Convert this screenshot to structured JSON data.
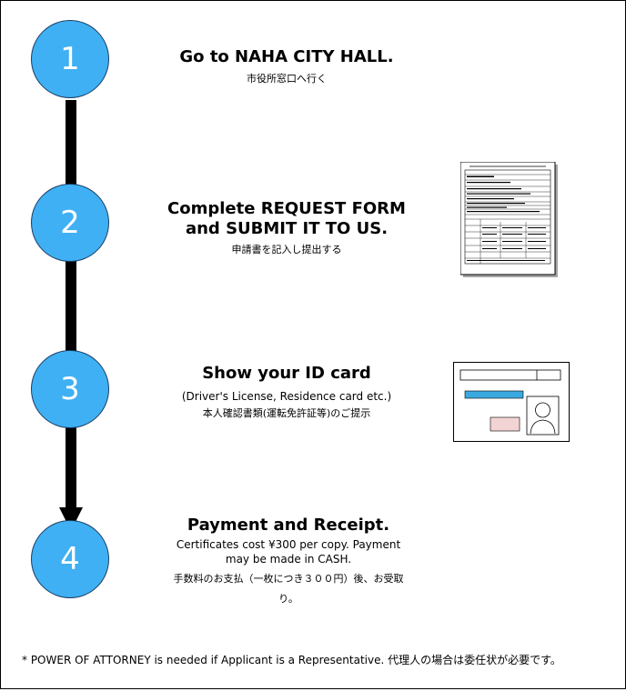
{
  "steps": [
    {
      "number": "1",
      "title": "Go to NAHA CITY HALL.",
      "subtitle_ja": "市役所窓口へ行く"
    },
    {
      "number": "2",
      "title_line1": "Complete REQUEST FORM",
      "title_line2": "and SUBMIT IT TO US.",
      "subtitle_ja": "申請書を記入し提出する"
    },
    {
      "number": "3",
      "title": "Show your ID card",
      "subtitle_en": "(Driver's License, Residence card etc.)",
      "subtitle_ja": "本人確認書類(運転免許証等)のご提示"
    },
    {
      "number": "4",
      "title": "Payment and Receipt.",
      "detail_en_line1": "Certificates cost ¥300 per copy. Payment",
      "detail_en_line2": "may be made in CASH.",
      "detail_ja_line1": "手数料のお支払（一枚につき３００円）後、お受取",
      "detail_ja_line2": "り。"
    }
  ],
  "footnote": "* POWER OF ATTORNEY is needed if Applicant is a Representative.  代理人の場合は委任状が必要です。",
  "colors": {
    "circle_fill": "#3fb0f3",
    "circle_border": "#1a3e66",
    "id_stripe": "#3aa9e0",
    "id_box": "#f2d4d4"
  },
  "icons": {
    "step2_image": "request-form-document-icon",
    "step3_image": "id-card-icon"
  }
}
